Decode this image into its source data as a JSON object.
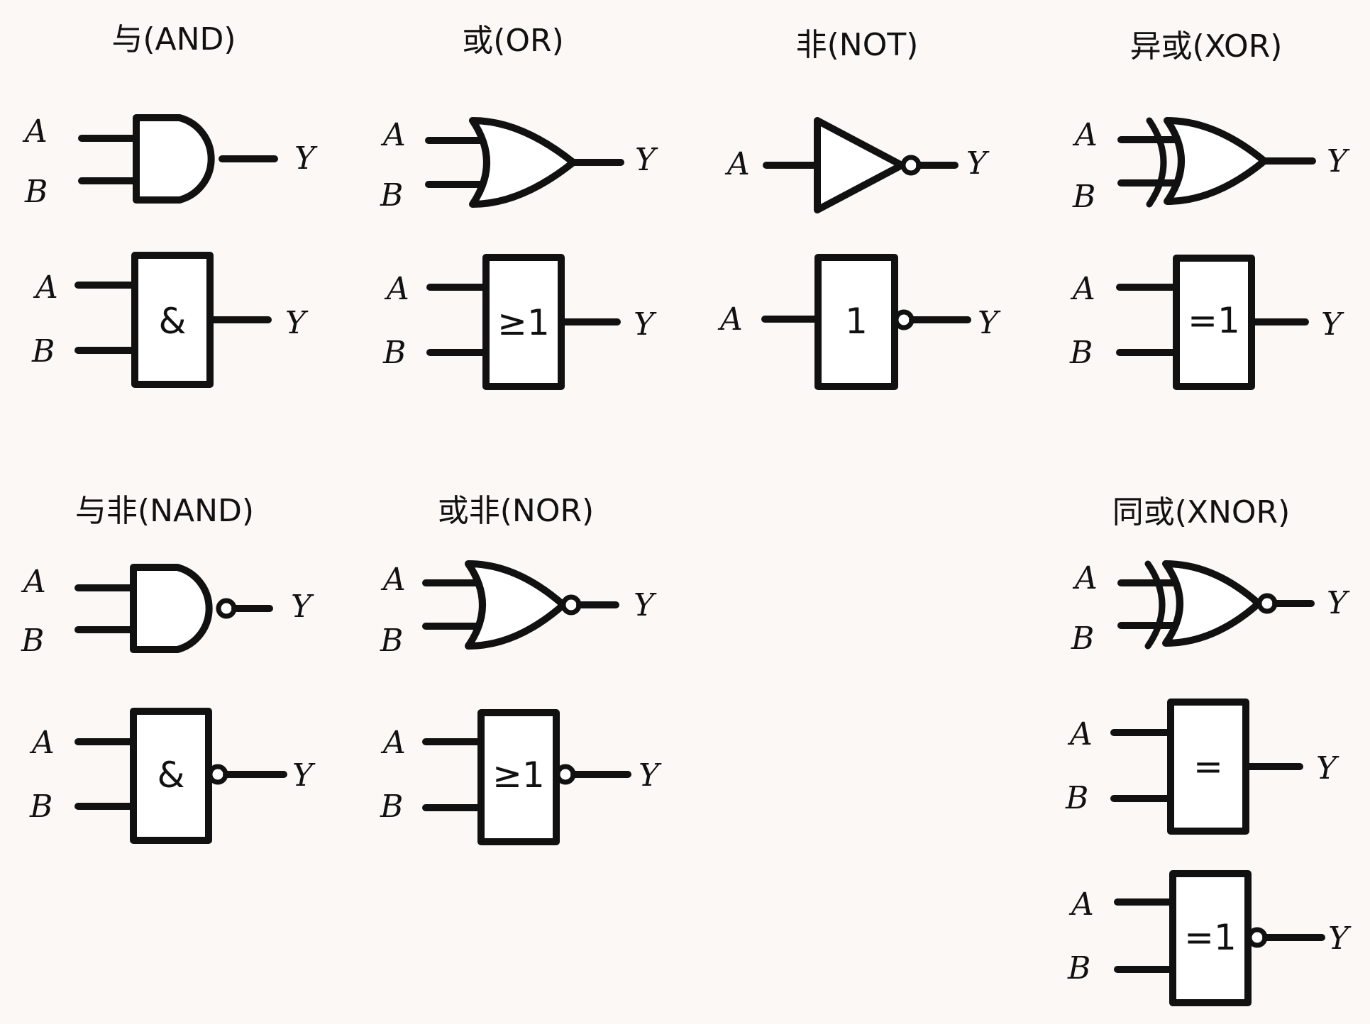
{
  "colors": {
    "background": "#fcf8f6",
    "stroke": "#111111",
    "fill": "#ffffff"
  },
  "titles": {
    "and": "与(AND)",
    "or": "或(OR)",
    "not": "非(NOT)",
    "xor": "异或(XOR)",
    "nand": "与非(NAND)",
    "nor": "或非(NOR)",
    "xnor": "同或(XNOR)"
  },
  "labels": {
    "a": "A",
    "b": "B",
    "y": "Y"
  },
  "symbols": {
    "and": "&",
    "or": "≥1",
    "not": "1",
    "xor": "=1",
    "xnor": "="
  }
}
